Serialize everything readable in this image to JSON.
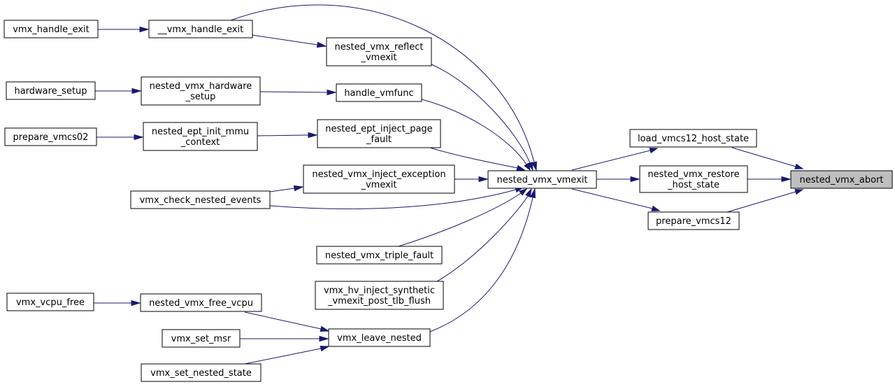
{
  "diagram": {
    "type": "call-graph",
    "colors": {
      "edge": "#191970",
      "node_border": "#000000",
      "node_fill": "#ffffff",
      "current_fill": "#bfbfbf"
    },
    "nodes": [
      {
        "id": "n_abort",
        "lines": [
          "nested_vmx_abort"
        ],
        "current": true
      },
      {
        "id": "n_load",
        "lines": [
          "load_vmcs12_host_state"
        ]
      },
      {
        "id": "n_restore",
        "lines": [
          "nested_vmx_restore",
          "_host_state"
        ]
      },
      {
        "id": "n_prep12",
        "lines": [
          "prepare_vmcs12"
        ]
      },
      {
        "id": "n_vmexit",
        "lines": [
          "nested_vmx_vmexit"
        ]
      },
      {
        "id": "n_hexit",
        "lines": [
          "__vmx_handle_exit"
        ]
      },
      {
        "id": "n_vhexit",
        "lines": [
          "vmx_handle_exit"
        ]
      },
      {
        "id": "n_reflect",
        "lines": [
          "nested_vmx_reflect",
          "_vmexit"
        ]
      },
      {
        "id": "n_vmfunc",
        "lines": [
          "handle_vmfunc"
        ]
      },
      {
        "id": "n_hwsetup",
        "lines": [
          "nested_vmx_hardware",
          "_setup"
        ]
      },
      {
        "id": "n_hws",
        "lines": [
          "hardware_setup"
        ]
      },
      {
        "id": "n_eptpf",
        "lines": [
          "nested_ept_inject_page",
          "_fault"
        ]
      },
      {
        "id": "n_eptmmu",
        "lines": [
          "nested_ept_init_mmu",
          "_context"
        ]
      },
      {
        "id": "n_prep02",
        "lines": [
          "prepare_vmcs02"
        ]
      },
      {
        "id": "n_injexc",
        "lines": [
          "nested_vmx_inject_exception",
          "_vmexit"
        ]
      },
      {
        "id": "n_chk",
        "lines": [
          "vmx_check_nested_events"
        ]
      },
      {
        "id": "n_triple",
        "lines": [
          "nested_vmx_triple_fault"
        ]
      },
      {
        "id": "n_hv",
        "lines": [
          "vmx_hv_inject_synthetic",
          "_vmexit_post_tlb_flush"
        ]
      },
      {
        "id": "n_leave",
        "lines": [
          "vmx_leave_nested"
        ]
      },
      {
        "id": "n_freevcpu",
        "lines": [
          "nested_vmx_free_vcpu"
        ]
      },
      {
        "id": "n_vcpufree",
        "lines": [
          "vmx_vcpu_free"
        ]
      },
      {
        "id": "n_setmsr",
        "lines": [
          "vmx_set_msr"
        ]
      },
      {
        "id": "n_setns",
        "lines": [
          "vmx_set_nested_state"
        ]
      }
    ],
    "edges": [
      {
        "from": "n_load",
        "to": "n_abort"
      },
      {
        "from": "n_restore",
        "to": "n_abort"
      },
      {
        "from": "n_prep12",
        "to": "n_abort"
      },
      {
        "from": "n_vmexit",
        "to": "n_load"
      },
      {
        "from": "n_vmexit",
        "to": "n_restore"
      },
      {
        "from": "n_vmexit",
        "to": "n_prep12"
      },
      {
        "from": "n_hexit",
        "to": "n_vmexit"
      },
      {
        "from": "n_reflect",
        "to": "n_vmexit"
      },
      {
        "from": "n_vmfunc",
        "to": "n_vmexit"
      },
      {
        "from": "n_eptpf",
        "to": "n_vmexit"
      },
      {
        "from": "n_injexc",
        "to": "n_vmexit"
      },
      {
        "from": "n_chk",
        "to": "n_vmexit"
      },
      {
        "from": "n_triple",
        "to": "n_vmexit"
      },
      {
        "from": "n_hv",
        "to": "n_vmexit"
      },
      {
        "from": "n_leave",
        "to": "n_vmexit"
      },
      {
        "from": "n_vhexit",
        "to": "n_hexit"
      },
      {
        "from": "n_hexit",
        "to": "n_reflect"
      },
      {
        "from": "n_hwsetup",
        "to": "n_vmfunc"
      },
      {
        "from": "n_hws",
        "to": "n_hwsetup"
      },
      {
        "from": "n_eptmmu",
        "to": "n_eptpf"
      },
      {
        "from": "n_prep02",
        "to": "n_eptmmu"
      },
      {
        "from": "n_chk",
        "to": "n_injexc"
      },
      {
        "from": "n_freevcpu",
        "to": "n_leave"
      },
      {
        "from": "n_setmsr",
        "to": "n_leave"
      },
      {
        "from": "n_setns",
        "to": "n_leave"
      },
      {
        "from": "n_vcpufree",
        "to": "n_freevcpu"
      }
    ]
  }
}
